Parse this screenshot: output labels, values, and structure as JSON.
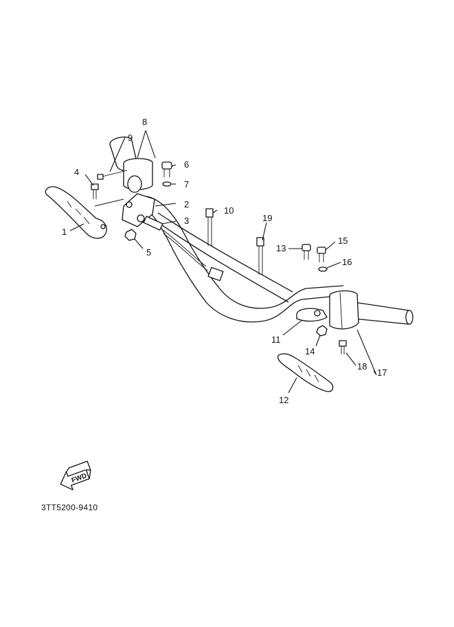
{
  "diagram": {
    "drawing_code": "3TT5200-9410",
    "fwd_label": "FWD",
    "parts": [
      {
        "key": "p1",
        "ref": "1"
      },
      {
        "key": "p2",
        "ref": "2"
      },
      {
        "key": "p3",
        "ref": "3"
      },
      {
        "key": "p4",
        "ref": "4"
      },
      {
        "key": "p5",
        "ref": "5"
      },
      {
        "key": "p6",
        "ref": "6"
      },
      {
        "key": "p7",
        "ref": "7"
      },
      {
        "key": "p8",
        "ref": "8"
      },
      {
        "key": "p9",
        "ref": "9"
      },
      {
        "key": "p10",
        "ref": "10"
      },
      {
        "key": "p11",
        "ref": "11"
      },
      {
        "key": "p12",
        "ref": "12"
      },
      {
        "key": "p13",
        "ref": "13"
      },
      {
        "key": "p14",
        "ref": "14"
      },
      {
        "key": "p15",
        "ref": "15"
      },
      {
        "key": "p16",
        "ref": "16"
      },
      {
        "key": "p17",
        "ref": "17"
      },
      {
        "key": "p18",
        "ref": "18"
      },
      {
        "key": "p19",
        "ref": "19"
      }
    ]
  }
}
